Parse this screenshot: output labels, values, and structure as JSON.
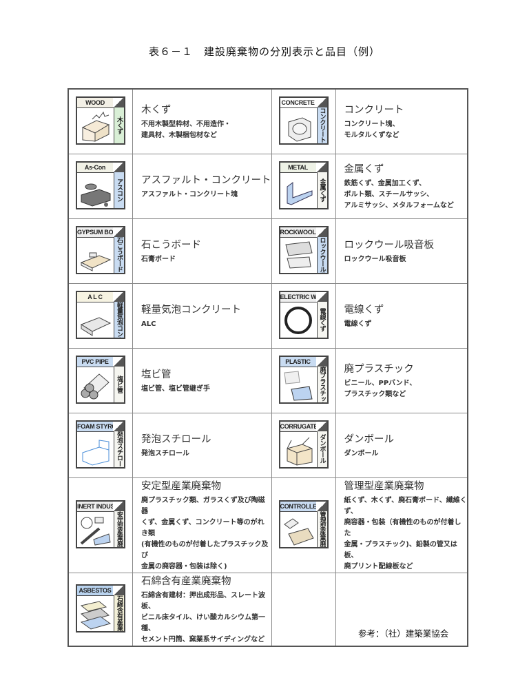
{
  "title": "表６－１　建設廃棄物の分別表示と品目（例）",
  "source": "参考：（社）建築業協会",
  "rows": [
    {
      "left": {
        "icon": "wood-icon",
        "header": "WOOD",
        "side": "木くず",
        "head_color": "#f3f0e6",
        "side_color": "#d9efd6",
        "name": "木くず",
        "desc": "不用木製型枠材、不用造作・\n建具材、木製梱包材など"
      },
      "right": {
        "icon": "concrete-icon",
        "header": "CONCRETE",
        "side": "コンクリート",
        "head_color": "#ffffff",
        "side_color": "#c9dcf2",
        "name": "コンクリート",
        "desc": "コンクリート塊、\nモルタルくずなど"
      }
    },
    {
      "left": {
        "icon": "asphalt-concrete-icon",
        "header": "As-Con",
        "side": "アスコン",
        "head_color": "#f1f1e6",
        "side_color": "#c9dcf2",
        "name": "アスファルト・コンクリート",
        "desc": "アスファルト・コンクリート塊"
      },
      "right": {
        "icon": "metal-icon",
        "header": "METAL",
        "side": "金属くず",
        "head_color": "#eef2e6",
        "side_color": "#f5f5f0",
        "name": "金属くず",
        "desc": "鉄筋くず、金属加工くず、\nボルト類、スチールサッシ、\nアルミサッシ、メタルフォームなど"
      }
    },
    {
      "left": {
        "icon": "gypsum-board-icon",
        "header": "GYPSUM BOARDS",
        "side": "石こうボード",
        "head_color": "#eeeeee",
        "side_color": "#c9dcf2",
        "name": "石こうボード",
        "desc": "石膏ボード"
      },
      "right": {
        "icon": "rockwool-board-icon",
        "header": "ROCKWOOL BOARD",
        "side": "ロックウール吸音板",
        "head_color": "#eeeeee",
        "side_color": "#c9dcf2",
        "name": "ロックウール吸音板",
        "desc": "ロックウール吸音板"
      }
    },
    {
      "left": {
        "icon": "alc-icon",
        "header": "A L C",
        "side": "軽量気泡コンクリート",
        "head_color": "#f6f3e2",
        "side_color": "#c9dcf2",
        "name": "軽量気泡コンクリート",
        "desc": "ALC"
      },
      "right": {
        "icon": "electric-wire-icon",
        "header": "ELECTRIC WIRE",
        "side": "電線くず",
        "head_color": "#eeeeee",
        "side_color": "#f5f5f0",
        "name": "電線くず",
        "desc": "電線くず"
      }
    },
    {
      "left": {
        "icon": "pvc-pipe-icon",
        "header": "PVC PIPE",
        "side": "塩ビ管",
        "head_color": "#c9dcf2",
        "side_color": "#f5f5f0",
        "name": "塩ビ管",
        "desc": "塩ビ管、塩ビ管継ぎ手"
      },
      "right": {
        "icon": "plastic-icon",
        "header": "PLASTIC",
        "side": "廃プラスチック",
        "head_color": "#c9dcf2",
        "side_color": "#f5f5f0",
        "name": "廃プラスチック",
        "desc": "ビニール、PPバンド、\nプラスチック類など"
      }
    },
    {
      "left": {
        "icon": "foam-styrol-icon",
        "header": "FOAM STYROL",
        "side": "発泡スチロール",
        "head_color": "#c9dcf2",
        "side_color": "#f5f5f0",
        "name": "発泡スチロール",
        "desc": "発泡スチロール"
      },
      "right": {
        "icon": "cardboard-icon",
        "header": "CORRUGATED PAPER",
        "side": "ダンボール",
        "head_color": "#eeeeee",
        "side_color": "#f5f5f0",
        "name": "ダンボール",
        "desc": "ダンボール"
      }
    },
    {
      "left": {
        "icon": "inert-waste-icon",
        "header": "INERT INDUSTRIAL WASTE",
        "side": "安定型産業廃棄物",
        "head_color": "#eeeeee",
        "side_color": "#f5f5f0",
        "name": "安定型産業廃棄物",
        "desc": "廃プラスチック類、ガラスくず及び陶磁器\nくず、金属くず、コンクリート等のがれき類\n(有機性のものが付着したプラスチック及び\n金属の廃容器・包装は除く)"
      },
      "right": {
        "icon": "controlled-waste-icon",
        "header": "CONTROLLED INDUSTRIAL WASTE",
        "side": "管理型産業廃棄物",
        "head_color": "#c9dcf2",
        "side_color": "#f5f5f0",
        "name": "管理型産業廃棄物",
        "desc": "紙くず、木くず、廃石膏ボード、繊維くず、\n廃容器・包装（有機性のものが付着した\n金属・プラスチック)、鉛製の管又は板、\n廃プリント配線板など"
      }
    },
    {
      "left": {
        "icon": "asbestos-icon",
        "header": "ASBESTOS",
        "side": "石綿含有産業廃棄物",
        "head_color": "#b9d3ef",
        "side_color": "#f3f0d8",
        "name": "石綿含有産業廃棄物",
        "desc": "石綿含有建材：押出成形品、スレート波板、\nビニル床タイル、けい酸カルシウム第一種、\nセメント円筒、窯業系サイディングなど"
      },
      "right": null
    }
  ]
}
